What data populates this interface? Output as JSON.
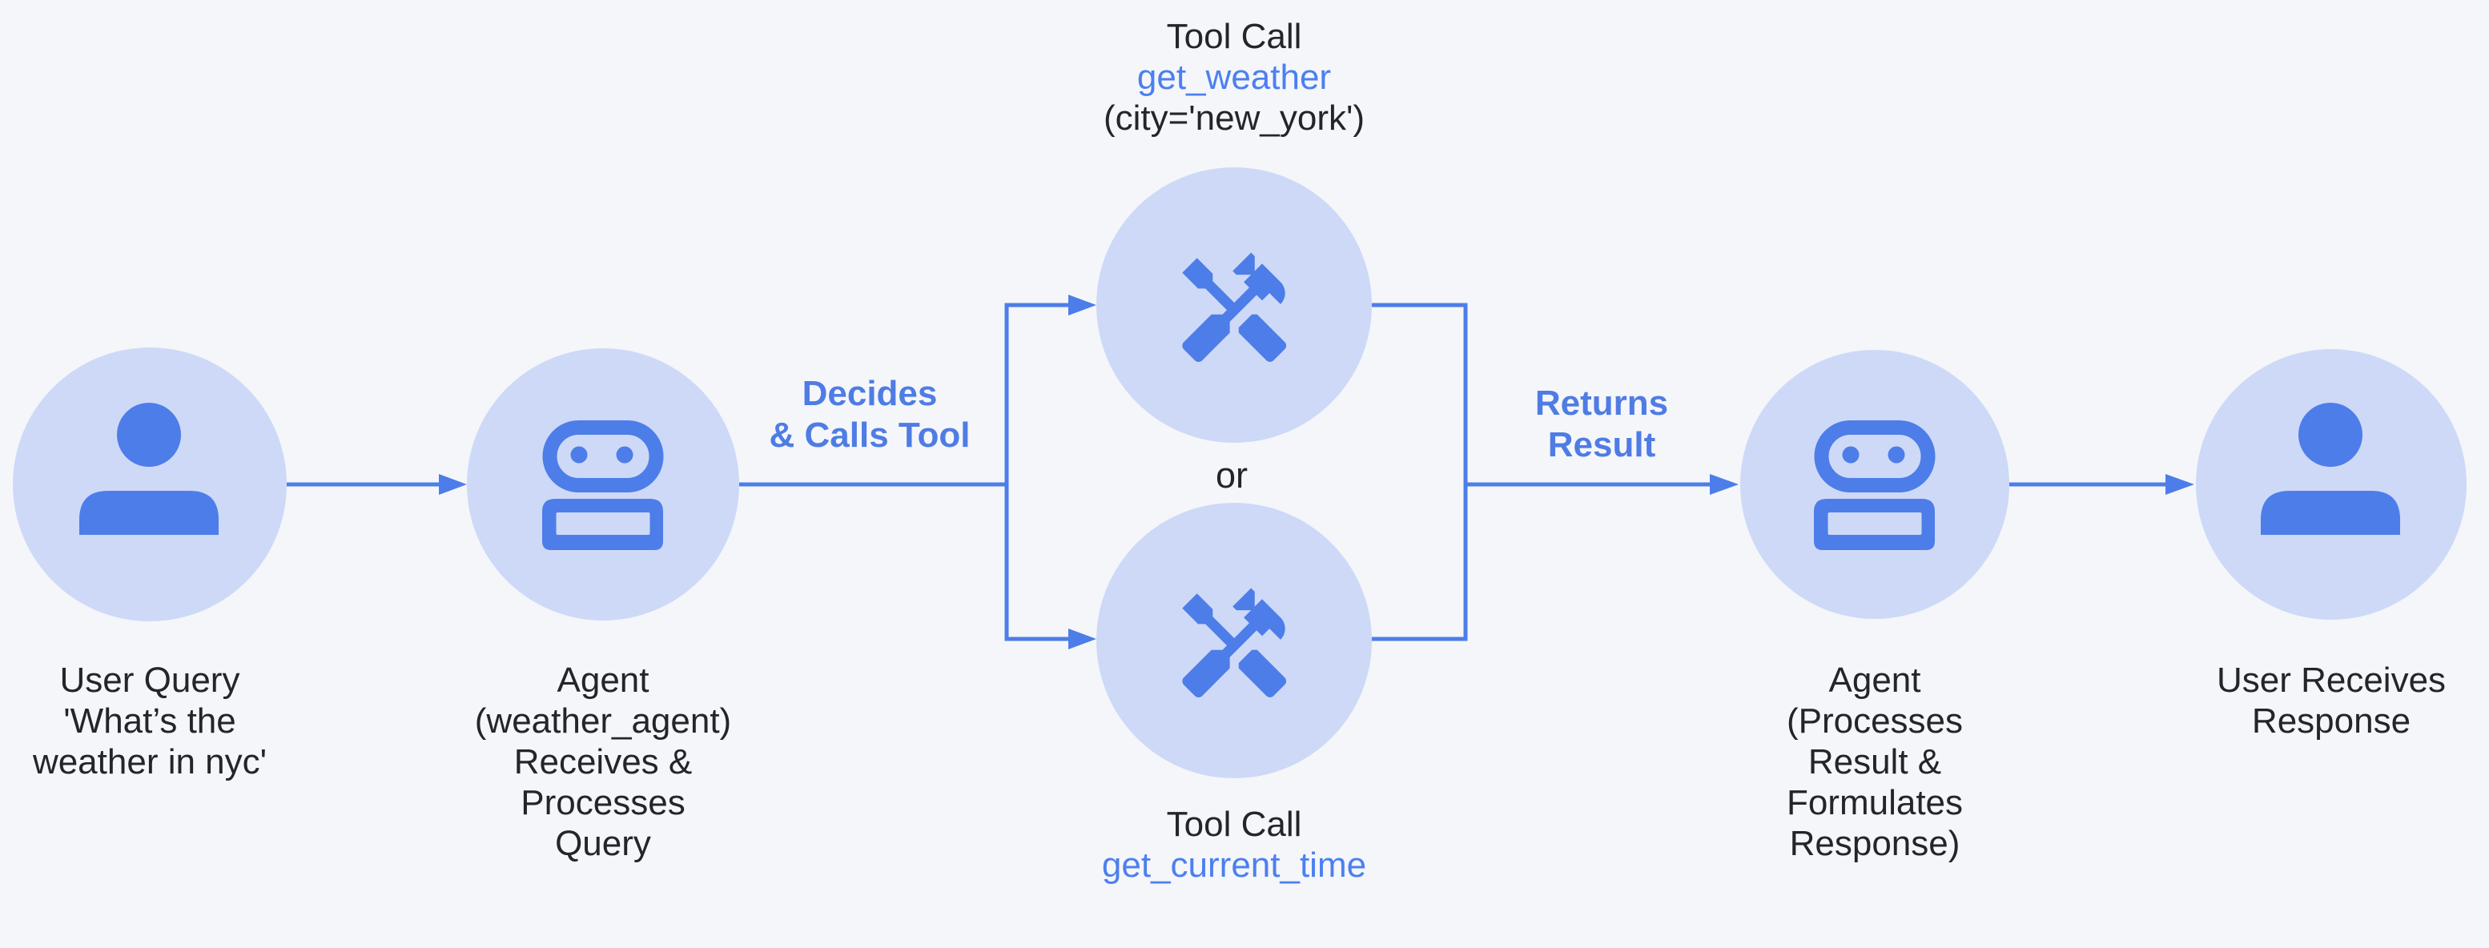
{
  "diagram_title": "agent-tool-call-flow",
  "colors": {
    "background": "#f4f6fa",
    "node_fill": "#cdd9f7",
    "primary_blue": "#4d7de8",
    "code_blue": "#4c7ff0",
    "edge_label_blue": "#4f7ce4",
    "text_dark": "#22262a"
  },
  "or_label": "or",
  "captions": {
    "tool_top": {
      "lines": [
        "Tool Call",
        "get_weather",
        "(city='new_york')"
      ]
    },
    "tool_bottom": {
      "lines": [
        "Tool Call",
        "get_current_time"
      ]
    }
  },
  "edge_labels": {
    "decides": {
      "lines": [
        "Decides",
        "& Calls Tool"
      ]
    },
    "returns": {
      "lines": [
        "Returns",
        "Result"
      ]
    }
  },
  "nodes": {
    "user_query": {
      "icon": "person-icon",
      "label_lines": [
        "User Query",
        "'What’s the",
        "weather in nyc'"
      ]
    },
    "agent_receive": {
      "icon": "robot-icon",
      "label_lines": [
        "Agent",
        "(weather_agent)",
        "Receives &",
        "Processes",
        "Query"
      ]
    },
    "tool_weather": {
      "icon": "tools-icon"
    },
    "tool_time": {
      "icon": "tools-icon"
    },
    "agent_respond": {
      "icon": "robot-icon",
      "label_lines": [
        "Agent",
        "(Processes",
        "Result &",
        "Formulates",
        "Response)"
      ]
    },
    "user_response": {
      "icon": "person-icon",
      "label_lines": [
        "User Receives",
        "Response"
      ]
    }
  }
}
